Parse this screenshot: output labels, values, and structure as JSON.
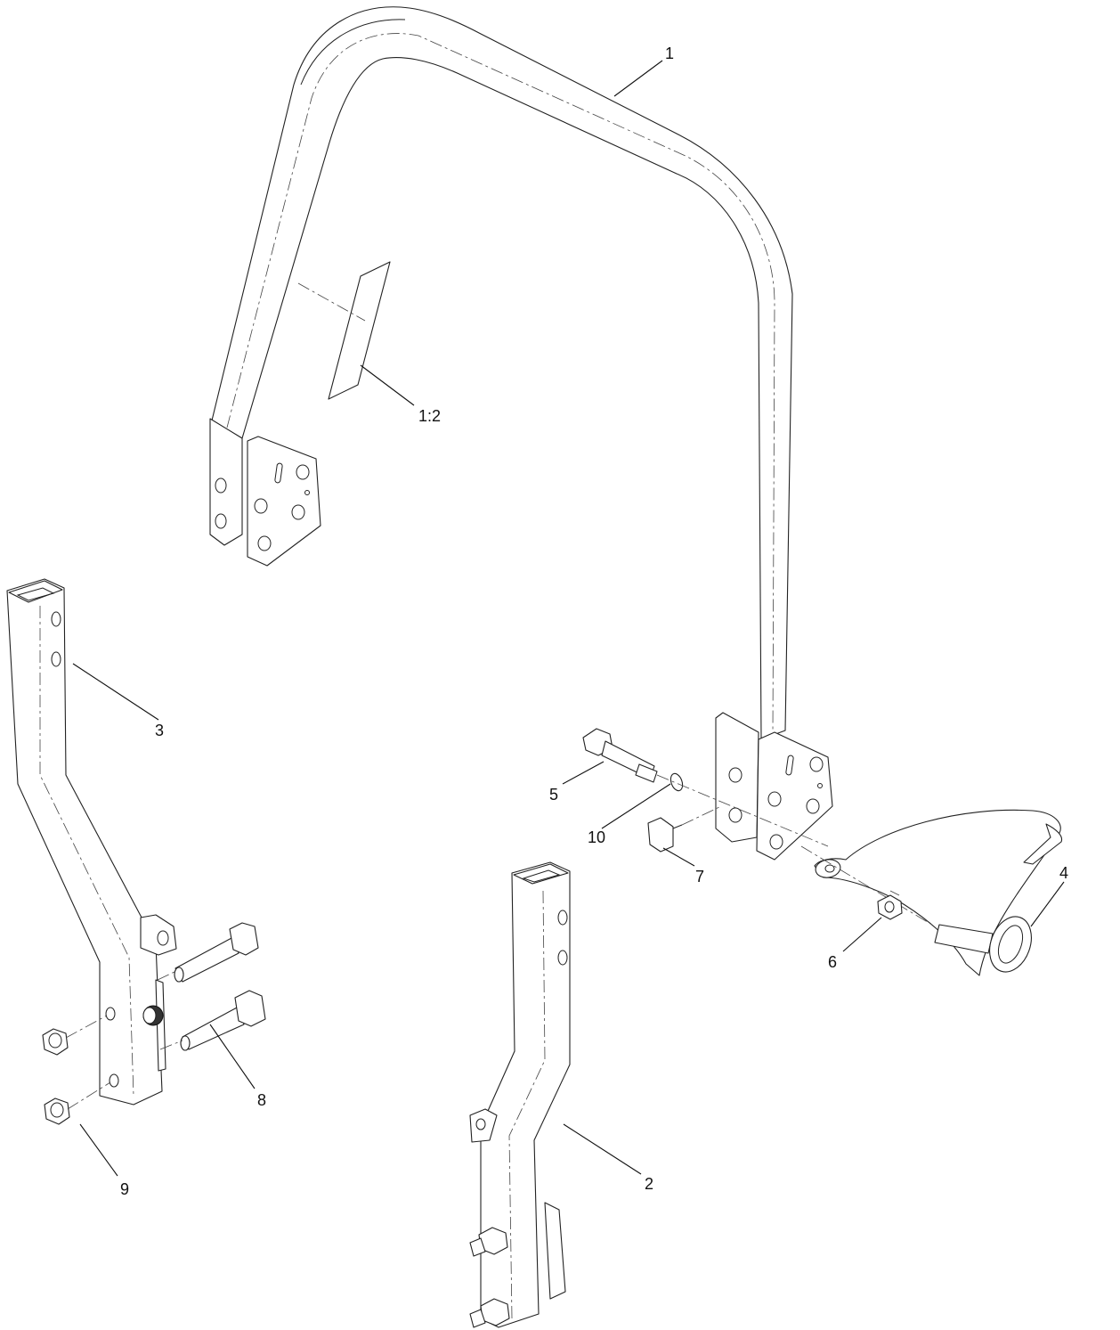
{
  "callouts": [
    {
      "id": "c1",
      "label": "1"
    },
    {
      "id": "c1-2",
      "label": "1:2"
    },
    {
      "id": "c2",
      "label": "2"
    },
    {
      "id": "c3",
      "label": "3"
    },
    {
      "id": "c4",
      "label": "4"
    },
    {
      "id": "c5",
      "label": "5"
    },
    {
      "id": "c6",
      "label": "6"
    },
    {
      "id": "c7",
      "label": "7"
    },
    {
      "id": "c8",
      "label": "8"
    },
    {
      "id": "c9",
      "label": "9"
    },
    {
      "id": "c10",
      "label": "10"
    }
  ]
}
